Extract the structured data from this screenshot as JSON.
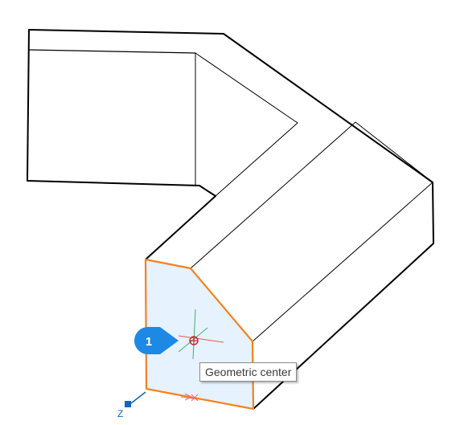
{
  "viewport": {
    "callout": {
      "number": "1",
      "color": "#1e88e5",
      "text_color": "#ffffff"
    },
    "tooltip": {
      "text": "Geometric center"
    },
    "highlight": {
      "edge_color": "#f5821f",
      "fill_color": "#e6f2fd"
    },
    "ucs_icon": {
      "axis_label": "Z",
      "z_color": "#1565c0",
      "x_color": "#e57373"
    },
    "icons": [
      "geometric-center-snap-icon",
      "cursor-crosshair-icon",
      "ucs-icon"
    ]
  }
}
